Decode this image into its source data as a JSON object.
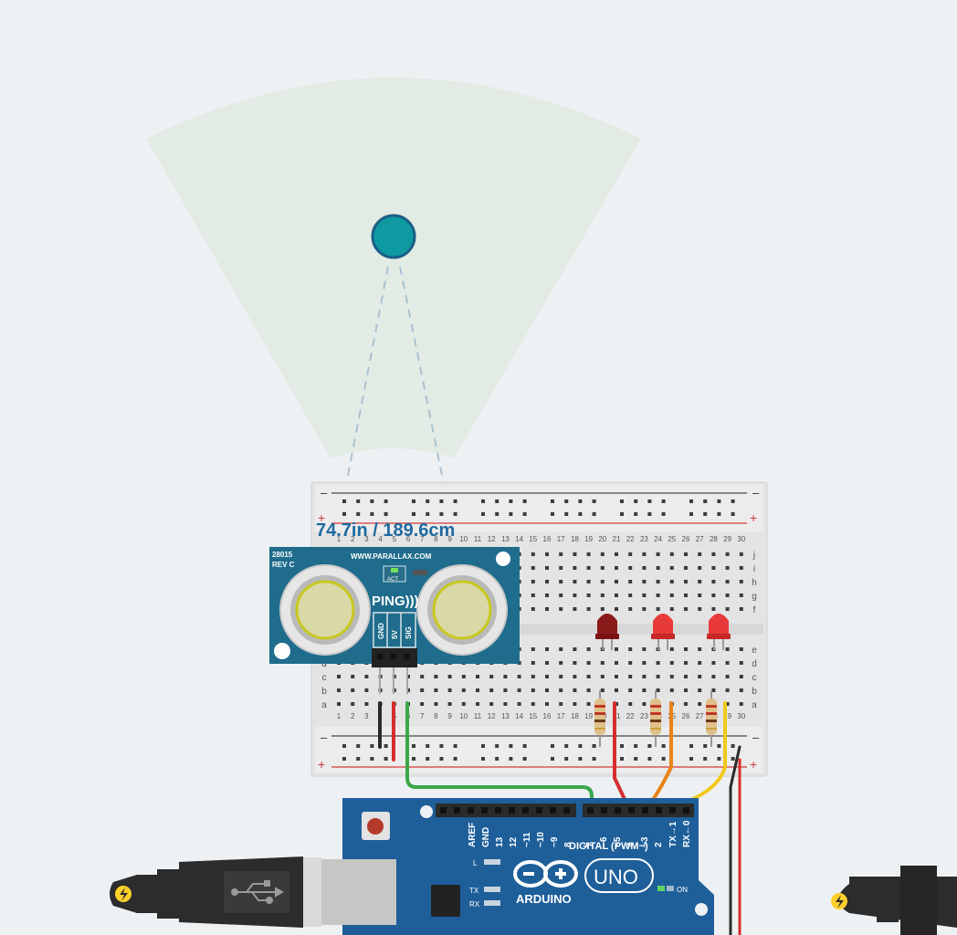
{
  "colors": {
    "background": "#eef1f3",
    "sensor_field": "#e3ebe5",
    "target": "#0e9aa0",
    "sensor_board": "#1f6c8c",
    "arduino_board": "#1e5f9a",
    "breadboard": "#e4e4e4",
    "led_off": "#8a1a1a",
    "led_on": "#e83a3a",
    "wire_green": "#3aa84a",
    "wire_red": "#d62e2e",
    "wire_orange": "#e88418",
    "wire_yellow": "#f2c81a",
    "wire_black": "#2a2a2a"
  },
  "distance_readout": "74.7in / 189.6cm",
  "sensor": {
    "model": "28015",
    "revision": "REV C",
    "website": "WWW.PARALLAX.COM",
    "act_label": "ACT",
    "brand": "PING)))",
    "pins": [
      "GND",
      "5V",
      "SIG"
    ]
  },
  "breadboard": {
    "rail_minus": "–",
    "rail_plus": "+",
    "row_labels_top": [
      "j",
      "i",
      "h",
      "g",
      "f"
    ],
    "row_labels_bottom": [
      "e",
      "d",
      "c",
      "b",
      "a"
    ],
    "column_numbers": [
      "1",
      "2",
      "3",
      "4",
      "5",
      "6",
      "7",
      "8",
      "9",
      "10",
      "11",
      "12",
      "13",
      "14",
      "15",
      "16",
      "17",
      "18",
      "19",
      "20",
      "21",
      "22",
      "23",
      "24",
      "25",
      "26",
      "27",
      "28",
      "29",
      "30"
    ]
  },
  "leds": [
    {
      "state": "off"
    },
    {
      "state": "on"
    },
    {
      "state": "on"
    }
  ],
  "arduino": {
    "header_labels": [
      "AREF",
      "GND",
      "13",
      "12",
      "~11",
      "~10",
      "~9",
      "8",
      "7",
      "~6",
      "~5",
      "4",
      "~3",
      "2",
      "TX→1",
      "RX←0"
    ],
    "digital_label": "DIGITAL (PWM~)",
    "brand": "ARDUINO",
    "model": "UNO",
    "led_labels": [
      "L",
      "TX",
      "RX"
    ],
    "on_label": "ON"
  },
  "icons": {
    "usb": "usb-icon",
    "power_left": "lightning-icon",
    "power_right": "lightning-icon",
    "reset": "reset-button-icon"
  }
}
